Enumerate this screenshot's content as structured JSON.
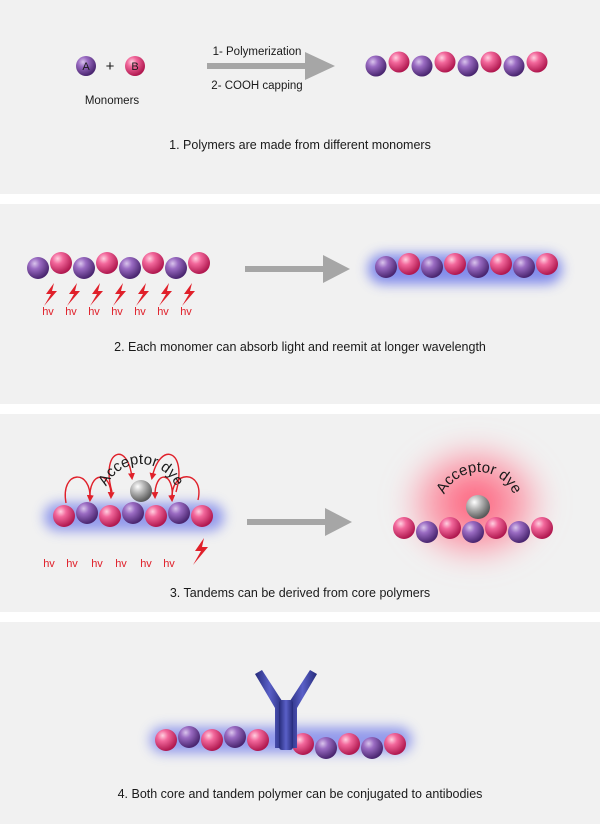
{
  "panel1": {
    "monomer_a": "A",
    "plus": "+",
    "monomer_b": "B",
    "monomers_label": "Monomers",
    "step1": "1- Polymerization",
    "step2": "2- COOH capping",
    "caption": "1. Polymers are made from different monomers"
  },
  "panel2": {
    "hv_label": "hv",
    "caption": "2. Each monomer can absorb light and reemit at longer wavelength"
  },
  "panel3": {
    "acceptor_label": "Acceptor dye",
    "hv_label": "hv",
    "caption": "3. Tandems can be derived from core polymers"
  },
  "panel4": {
    "caption": "4. Both core and tandem polymer can be conjugated to antibodies"
  },
  "colors": {
    "purple": "#7b4ba0",
    "pink": "#e83d7a",
    "arrow": "#a6a6a6",
    "red": "#e0202a",
    "panel_bg": "#f1f1f1",
    "antibody": "#3a3f9e"
  }
}
